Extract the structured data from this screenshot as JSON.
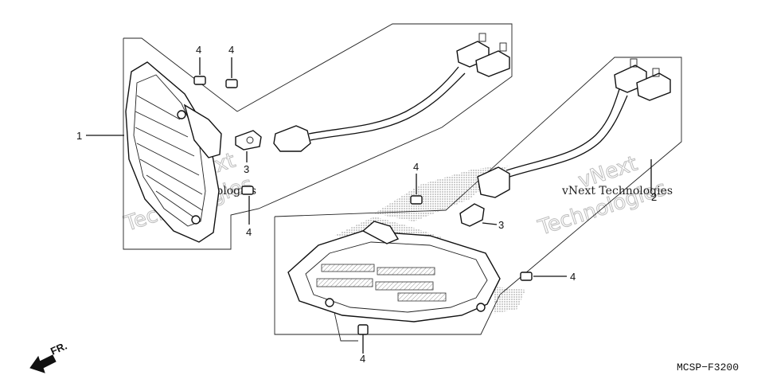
{
  "callouts": {
    "c1": "1",
    "c2": "2",
    "c3a": "3",
    "c3b": "3",
    "c4a": "4",
    "c4b": "4",
    "c4c": "4",
    "c4d": "4",
    "c4e": "4",
    "c4f": "4"
  },
  "direction_marker": "FR.",
  "diagram_code": "MCSP−F3200",
  "watermarks": {
    "w1_line1": "vNext",
    "w1_line2": "Technologies",
    "w1_small": "vNext Technologies",
    "w2_line1": "vNext",
    "w2_line2": "Technologies",
    "w2_small": "vNext Technologies"
  }
}
